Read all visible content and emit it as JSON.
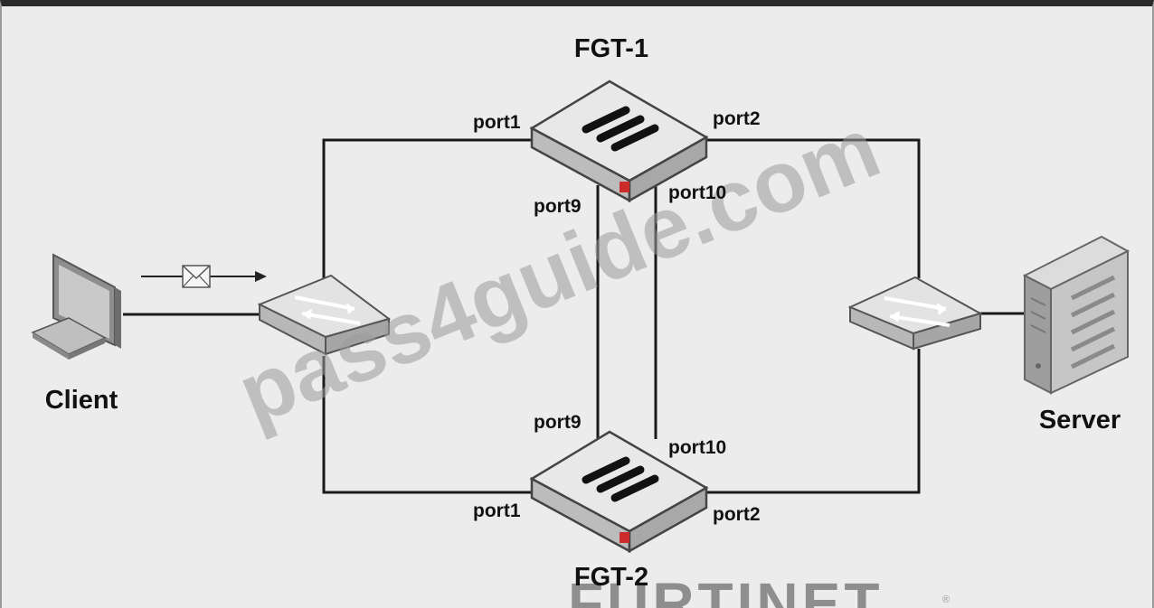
{
  "nodes": {
    "fgt1": "FGT-1",
    "fgt2": "FGT-2",
    "client": "Client",
    "server": "Server"
  },
  "ports": {
    "fgt1_port1": "port1",
    "fgt1_port2": "port2",
    "fgt1_port9": "port9",
    "fgt1_port10": "port10",
    "fgt2_port9": "port9",
    "fgt2_port10": "port10",
    "fgt2_port1": "port1",
    "fgt2_port2": "port2"
  },
  "watermark": "pass4guide.com",
  "brand": {
    "logo": "FURTINET",
    "reg": "®"
  },
  "colors": {
    "background": "#ececec",
    "line": "#1a1a1a",
    "device_top": "#e6e6e6",
    "device_side": "#b9b9b9",
    "accent_red": "#cc2b2b"
  }
}
